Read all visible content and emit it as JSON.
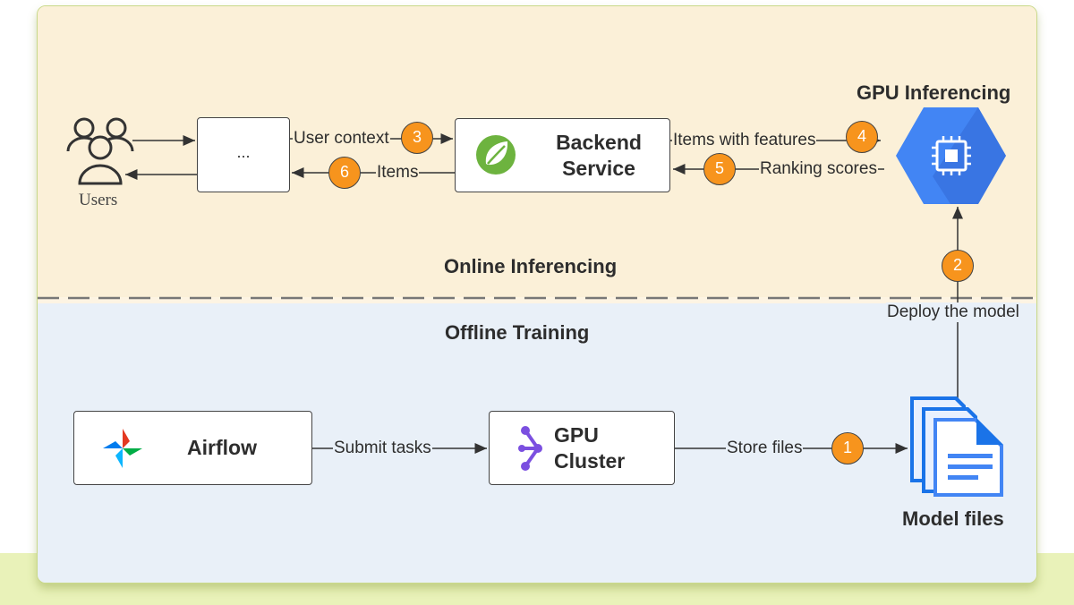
{
  "sections": {
    "online_title": "Online Inferencing",
    "offline_title": "Offline Training"
  },
  "nodes": {
    "users": "Users",
    "proxy": "...",
    "backend_line1": "Backend",
    "backend_line2": "Service",
    "gpu_inferencing": "GPU Inferencing",
    "airflow": "Airflow",
    "gpu_cluster_line1": "GPU",
    "gpu_cluster_line2": "Cluster",
    "model_files": "Model files"
  },
  "edges": {
    "user_context": "User context",
    "items": "Items",
    "items_with_features": "Items with features",
    "ranking_scores": "Ranking scores",
    "deploy_model": "Deploy the model",
    "submit_tasks": "Submit tasks",
    "store_files": "Store files"
  },
  "steps": [
    "1",
    "2",
    "3",
    "4",
    "5",
    "6"
  ],
  "colors": {
    "badge": "#f7941d",
    "online_bg": "#fbf0d8",
    "offline_bg": "#e9f0f8",
    "gcp_blue": "#4285f4",
    "spring_green": "#6db33f",
    "cluster_purple": "#7b4fe0"
  },
  "icons": [
    "users-icon",
    "spring-leaf-icon",
    "gpu-chip-icon",
    "airflow-pinwheel-icon",
    "cluster-graph-icon",
    "document-stack-icon"
  ]
}
